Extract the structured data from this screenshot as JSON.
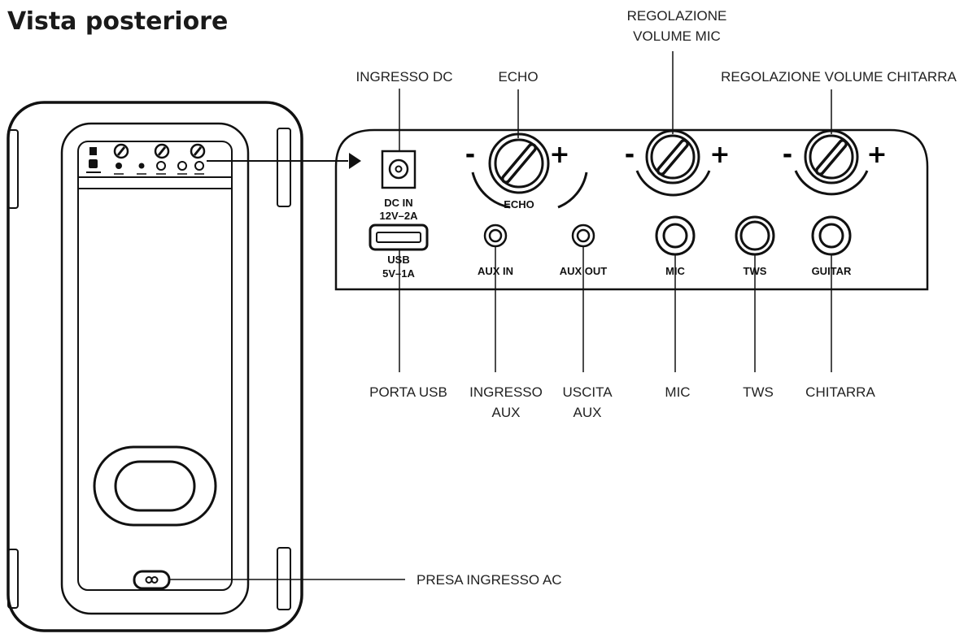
{
  "title": "Vista posteriore",
  "callouts": {
    "dc_in": "INGRESSO DC",
    "echo": "ECHO",
    "mic_volume_line1": "REGOLAZIONE",
    "mic_volume_line2": "VOLUME MIC",
    "guitar_volume": "REGOLAZIONE VOLUME CHITARRA",
    "usb_port": "PORTA USB",
    "aux_in_line1": "INGRESSO",
    "aux_in_line2": "AUX",
    "aux_out_line1": "USCITA",
    "aux_out_line2": "AUX",
    "mic": "MIC",
    "tws": "TWS",
    "guitar": "CHITARRA",
    "ac_inlet": "PRESA INGRESSO AC"
  },
  "panel": {
    "dc_in_line1": "DC IN",
    "dc_in_line2": "12V–2A",
    "usb_line1": "USB",
    "usb_line2": "5V–1A",
    "echo_knob": "ECHO",
    "aux_in": "AUX IN",
    "aux_out": "AUX OUT",
    "mic": "MIC",
    "tws": "TWS",
    "guitar": "GUITAR",
    "minus": "-",
    "plus": "+"
  }
}
